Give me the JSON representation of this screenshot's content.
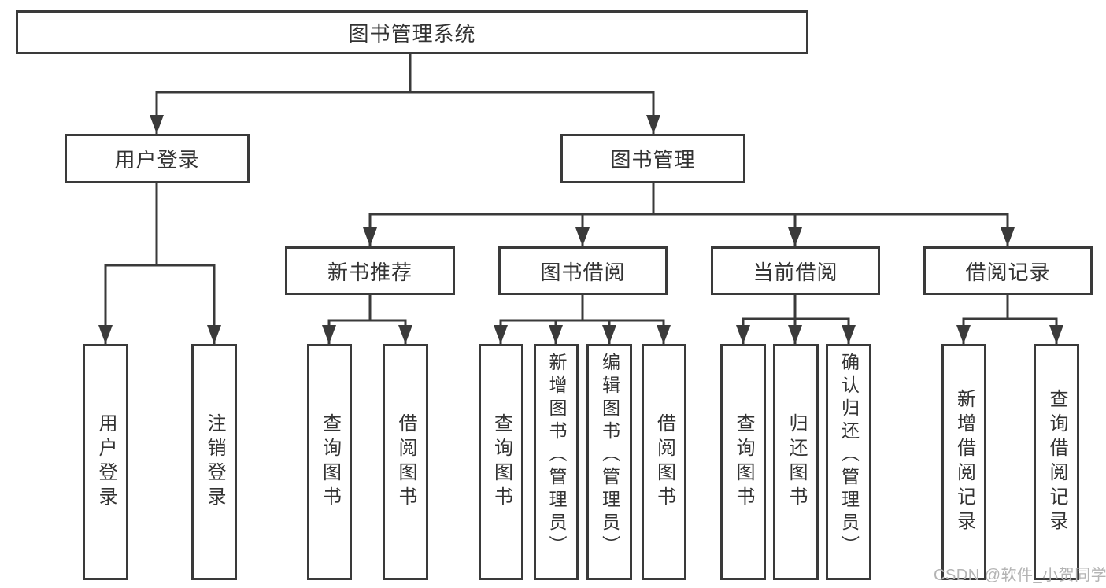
{
  "tree": {
    "root": "图书管理系统",
    "branches": [
      {
        "label": "用户登录",
        "children": [
          "用户登录",
          "注销登录"
        ]
      },
      {
        "label": "图书管理",
        "sections": [
          {
            "label": "新书推荐",
            "children": [
              "查询图书",
              "借阅图书"
            ]
          },
          {
            "label": "图书借阅",
            "children": [
              "查询图书",
              "新增图书（管理员）",
              "编辑图书（管理员）",
              "借阅图书"
            ]
          },
          {
            "label": "当前借阅",
            "children": [
              "查询图书",
              "归还图书",
              "确认归还（管理员）"
            ]
          },
          {
            "label": "借阅记录",
            "children": [
              "新增借阅记录",
              "查询借阅记录"
            ]
          }
        ]
      }
    ]
  },
  "watermark": {
    "text": "CSDN @软件_小贺同学",
    "color": "#b4b4b4"
  },
  "colors": {
    "line": "#3a3a3a",
    "text": "#333333",
    "background": "#ffffff"
  }
}
